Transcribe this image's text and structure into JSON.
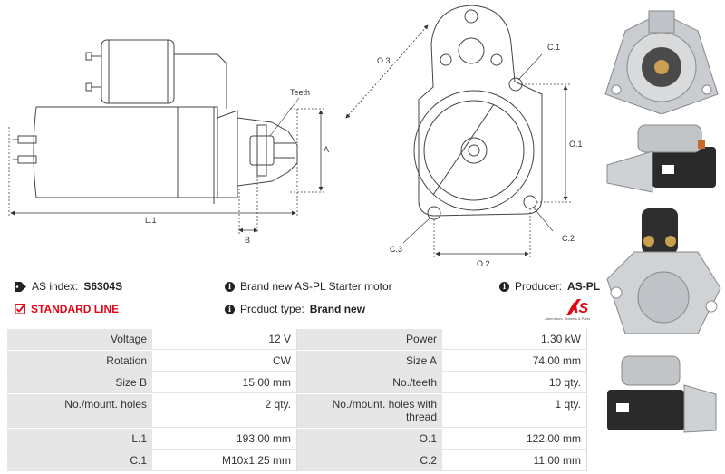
{
  "drawing_labels": {
    "teeth": "Teeth",
    "a": "A",
    "b": "B",
    "l1": "L.1",
    "o1": "O.1",
    "o2": "O.2",
    "o3": "O.3",
    "c1": "C.1",
    "c2": "C.2",
    "c3": "C.3"
  },
  "info": {
    "as_index_label": "AS index:",
    "as_index_value": "S6304S",
    "standard_line": "STANDARD LINE",
    "brand_new_text": "Brand new AS-PL Starter motor",
    "product_type_label": "Product type:",
    "product_type_value": "Brand new",
    "producer_label": "Producer:",
    "producer_value": "AS-PL"
  },
  "logo": {
    "text": "AS",
    "tagline": "Alternators, Starters & Parts"
  },
  "specs": [
    {
      "l1": "Voltage",
      "v1": "12 V",
      "l2": "Power",
      "v2": "1.30 kW"
    },
    {
      "l1": "Rotation",
      "v1": "CW",
      "l2": "Size A",
      "v2": "74.00 mm"
    },
    {
      "l1": "Size B",
      "v1": "15.00 mm",
      "l2": "No./teeth",
      "v2": "10 qty."
    },
    {
      "l1": "No./mount. holes",
      "v1": "2 qty.",
      "l2": "No./mount. holes with thread",
      "v2": "1 qty."
    },
    {
      "l1": "L.1",
      "v1": "193.00 mm",
      "l2": "O.1",
      "v2": "122.00 mm"
    },
    {
      "l1": "C.1",
      "v1": "M10x1.25 mm",
      "l2": "C.2",
      "v2": "11.00 mm"
    }
  ],
  "colors": {
    "accent_red": "#e30613",
    "label_bg": "#e6e6e6"
  }
}
